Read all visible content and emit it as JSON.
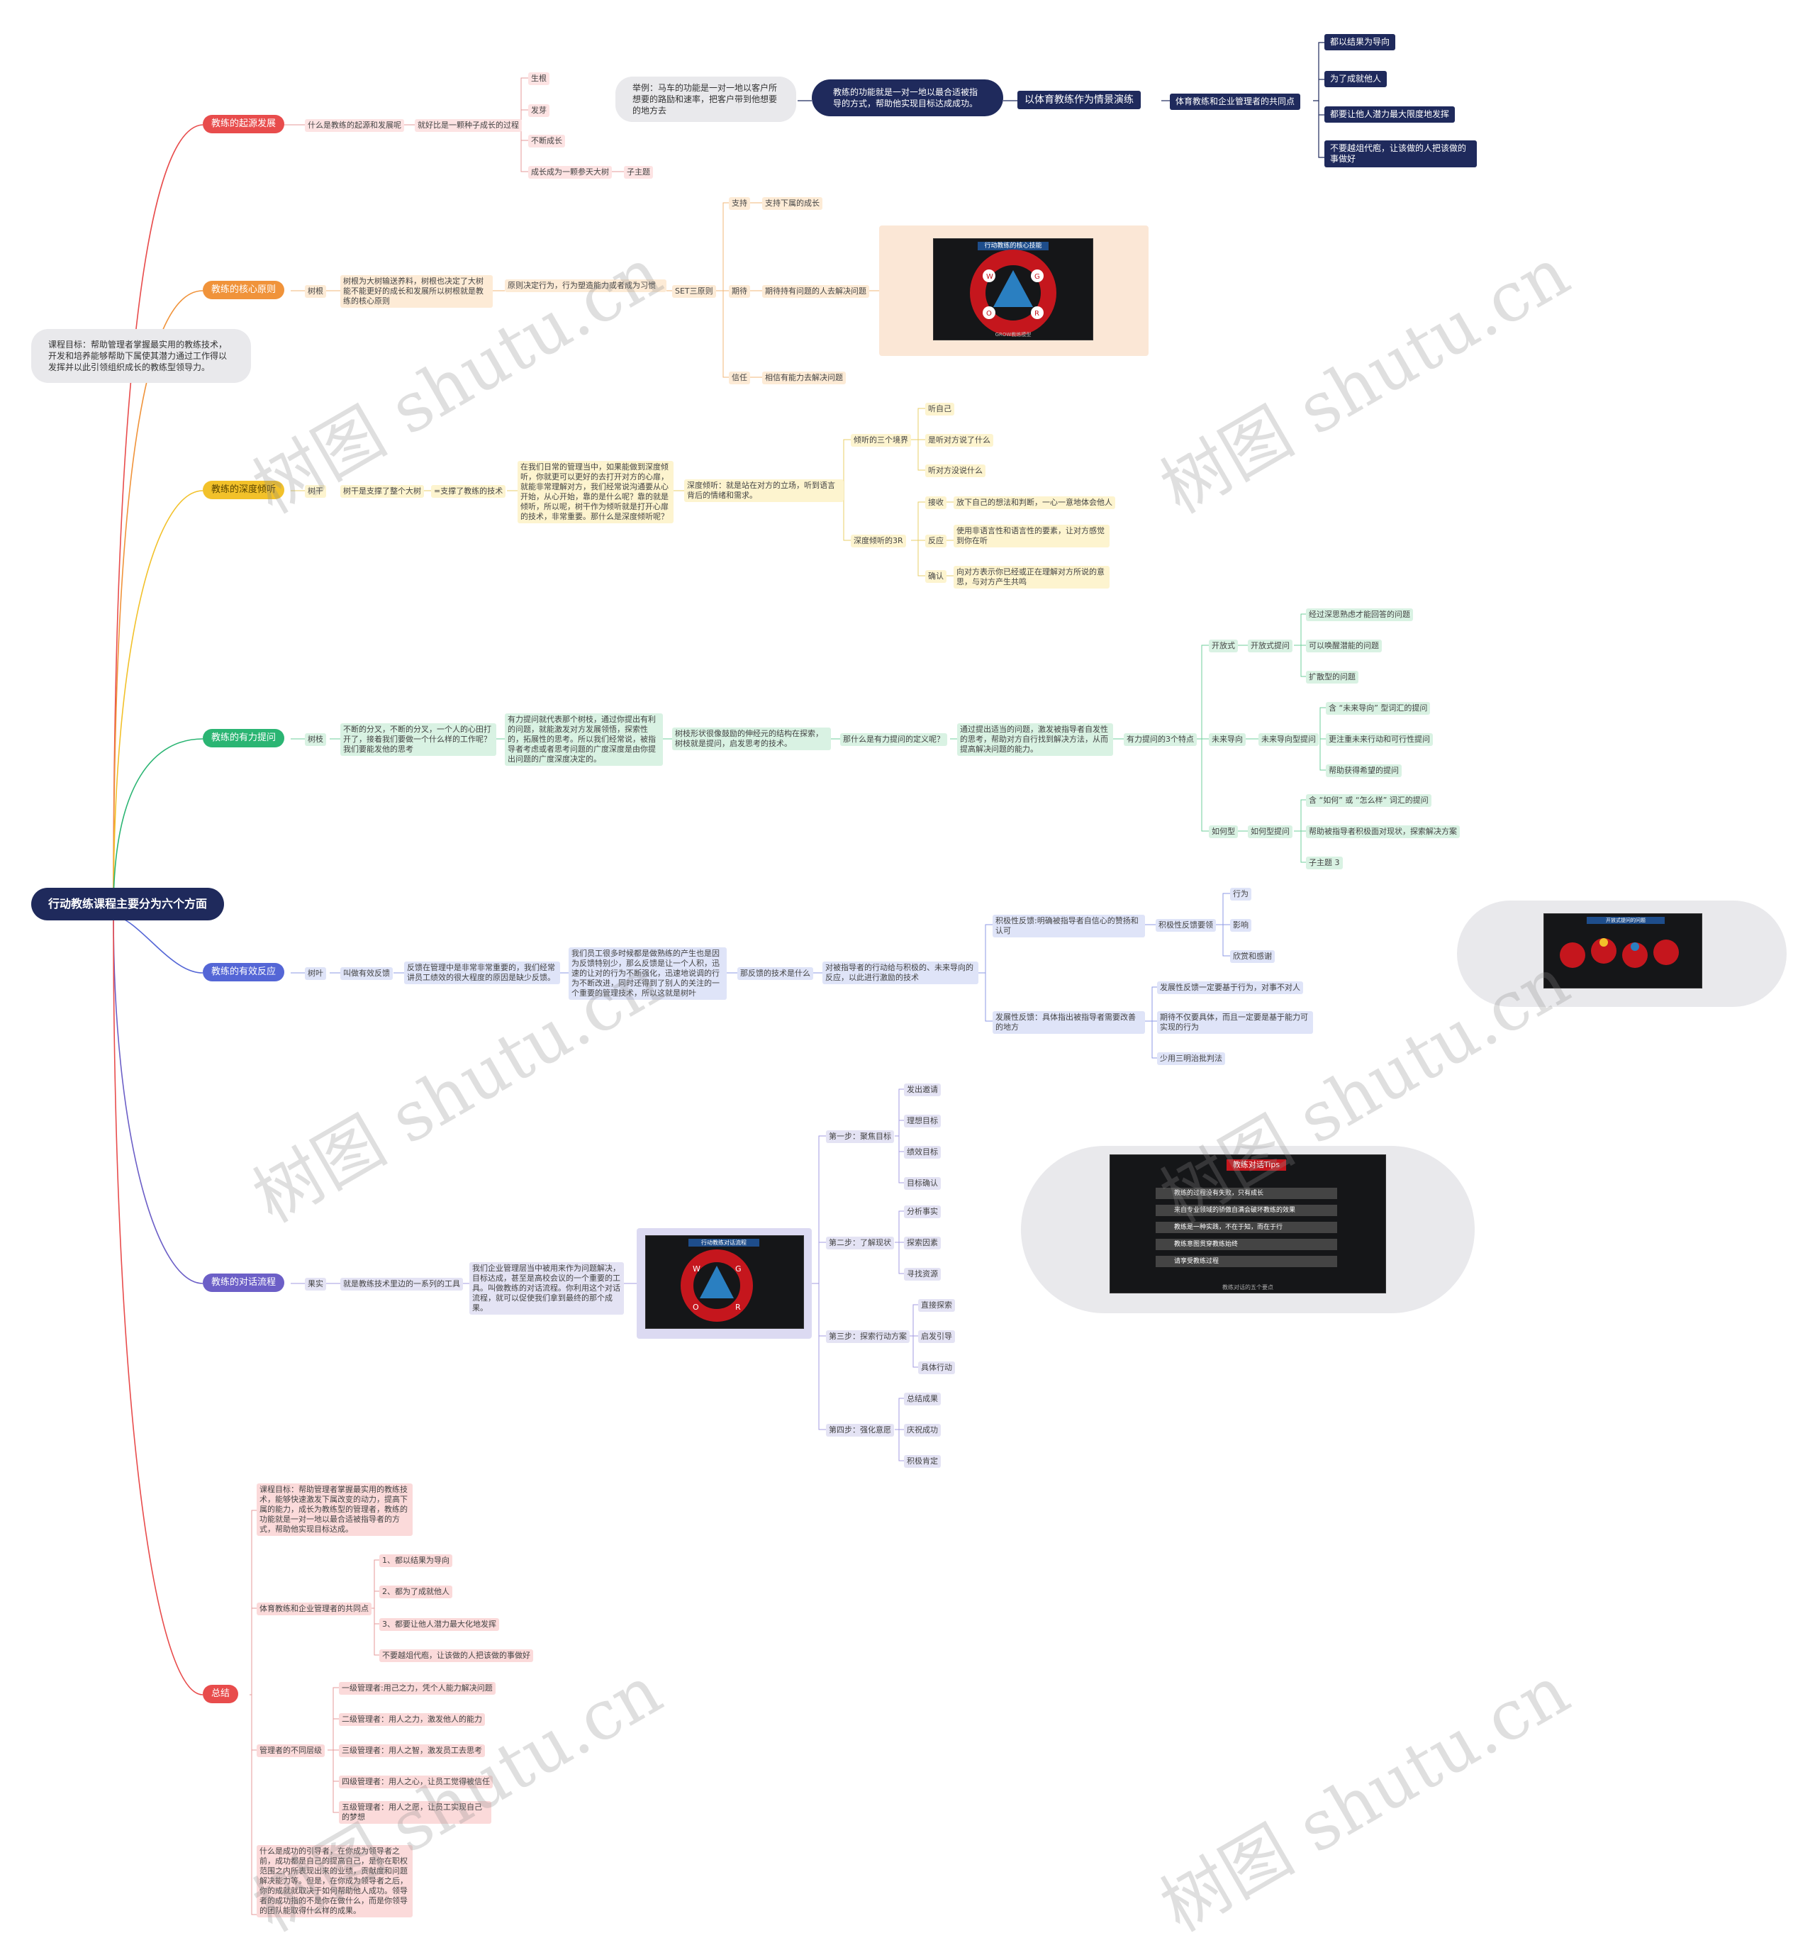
{
  "root": {
    "title": "行动教练课程主要分为六个方面"
  },
  "course_goal": "课程目标：帮助管理者掌握最实用的教练技术，开发和培养能够帮助下属使其潜力通过工作得以发挥并以此引领组织成长的教练型领导力。",
  "sections": {
    "origin": {
      "label": "教练的起源发展",
      "q": "什么是教练的起源和发展呢",
      "answer": "就好比是一颗种子成长的过程",
      "stages": [
        "生根",
        "发芽",
        "不断成长",
        "成长成为一颗参天大树"
      ],
      "sub": "子主题"
    },
    "principle": {
      "label": "教练的核心原则",
      "root": "树根",
      "desc": "树根为大树输送养料，树根也决定了大树能不能更好的成长和发展所以树根就是教练的核心原则",
      "decide": "原则决定行为，行为塑造能力或者成为习惯",
      "set": "SET三原则",
      "items": [
        {
          "k": "支持",
          "v": "支持下属的成长"
        },
        {
          "k": "期待",
          "v": "期待持有问题的人去解决问题"
        },
        {
          "k": "信任",
          "v": "相信有能力去解决问题"
        }
      ],
      "slide_title": "行动教练的核心技能",
      "slide_caption": "GROW教练模型"
    },
    "listen": {
      "label": "教练的深度倾听",
      "trunk": "树干",
      "trunk_desc": "树干是支撑了整个大树",
      "support": "=支撑了教练的技术",
      "para": "在我们日常的管理当中，如果能做到深度倾听，你就更可以更好的去打开对方的心扉，就能非常理解对方，我们经常说沟通要从心开始，从心开始，靠的是什么呢？靠的就是倾听，所以呢，树干作为倾听就是打开心扉的技术，非常重要。那什么是深度倾听呢？",
      "def": "深度倾听：就是站在对方的立场，听到语言背后的情绪和需求。",
      "three_label": "倾听的三个境界",
      "three": [
        "听自己",
        "是听对方说了什么",
        "听对方没说什么"
      ],
      "r_label": "深度倾听的3R",
      "r": [
        {
          "k": "接收",
          "v": "放下自己的想法和判断，一心一意地体会他人"
        },
        {
          "k": "反应",
          "v": "使用非语言性和语言性的要素，让对方感觉到你在听"
        },
        {
          "k": "确认",
          "v": "向对方表示你已经或正在理解对方所说的意思，与对方产生共鸣"
        }
      ]
    },
    "question": {
      "label": "教练的有力提问",
      "branch": "树枝",
      "q1": "不断的分叉，不断的分叉，一个人的心田打开了，接着我们要做一个什么样的工作呢？我们要能发他的思考",
      "para": "有力提问就代表那个树枝，通过你提出有利的问题，就能激发对方发展领悟，探索性的，拓展性的思考。所以我们经常说，被指导者考虑或者思考问题的广度深度是由你提出问题的广度深度决定的。",
      "tree": "树枝形状很像鼓励的伸经元的结构在探索，树枝就是提问，启发思考的技术。",
      "what": "那什么是有力提问的定义呢？",
      "defn": "通过提出适当的问题，激发被指导者自发性的思考，帮助对方自行找到解决方法，从而提高解决问题的能力。",
      "three": "有力提问的3个特点",
      "open": {
        "k": "开放式",
        "sub": "开放式提问",
        "items": [
          "经过深思熟虑才能回答的问题",
          "可以唤醒潜能的问题",
          "扩散型的问题"
        ]
      },
      "future": {
        "k": "未来导向",
        "sub": "未来导向型提问",
        "items": [
          "含 “未来导向” 型词汇的提问",
          "更注重未来行动和可行性提问",
          "帮助获得希望的提问"
        ]
      },
      "how": {
        "k": "如何型",
        "sub": "如何型提问",
        "items": [
          "含 “如何” 或 “怎么样” 词汇的提问",
          "帮助被指导者积极面对现状，探索解决方案",
          "子主题 3"
        ]
      }
    },
    "feedback": {
      "label": "教练的有效反应",
      "leaf": "树叶",
      "effective": "叫做有效反馈",
      "why": "反馈在管理中是非常非常重要的，我们经常讲员工绩效的很大程度的原因是缺少反馈。",
      "para": "我们员工很多时候都是做熟练的产生也是因为反馈特别少，那么反馈是让一个人积，迅速的让对的行为不断强化，迅速地说调的行为不断改进，同时还得到了别人的关注的一个重要的管理技术，所以这就是树叶",
      "what": "那反馈的技术是什么",
      "defn": "对被指导者的行动给与积极的、未来导向的反应，以此进行激励的技术",
      "pos": "积极性反馈:明确被指导者自信心的赞扬和认可",
      "pos_sub": "积极性反馈要领",
      "pos_items": [
        "行为",
        "影响",
        "欣赏和感谢"
      ],
      "dev": "发展性反馈：具体指出被指导者需要改善的地方",
      "dev_items": [
        "发展性反馈一定要基于行为，对事不对人",
        "期待不仅要具体，而且一定要是基于能力可实现的行为",
        "少用三明治批判法"
      ],
      "slide_title": "开放式提问的问题"
    },
    "dialog": {
      "label": "教练的对话流程",
      "fruit": "果实",
      "tool": "就是教练技术里边的一系列的工具",
      "para": "我们企业管理层当中被用来作为问题解决，目标达成，甚至是高校会议的一个重要的工具。叫做教练的对话流程。你利用这个对话流程，就可以促使我们拿到最终的那个成果。",
      "slide_title": "行动教练对话流程",
      "steps": [
        {
          "k": "第一步：聚焦目标",
          "items": [
            "发出邀请",
            "理想目标",
            "绩效目标",
            "目标确认"
          ]
        },
        {
          "k": "第二步：了解现状",
          "items": [
            "分析事实",
            "探索因素",
            "寻找资源"
          ]
        },
        {
          "k": "第三步：探索行动方案",
          "items": [
            "直接探索",
            "启发引导",
            "具体行动"
          ]
        },
        {
          "k": "第四步：强化意愿",
          "items": [
            "总结成果",
            "庆祝成功",
            "积极肯定"
          ]
        }
      ],
      "tips": {
        "title": "教练对话Tips",
        "items": [
          "教练的过程没有失败，只有成长",
          "来自专业领域的骄傲自满会破坏教练的效果",
          "教练是一种实践，不在于知，而在于行",
          "教练意图贯穿教练始终",
          "请享受教练过程"
        ],
        "caption": "教练对话的五个要点"
      }
    },
    "summary": {
      "label": "总结",
      "goal": "课程目标：帮助管理者掌握最实用的教练技术，能够快速激发下属改变的动力，提高下属的能力，成长为教练型的管理者，教练的功能就是一对一地以最合适被指导者的方式，帮助他实现目标达成。",
      "common": "体育教练和企业管理者的共同点",
      "common_items": [
        "1、都以结果为导向",
        "2、都为了成就他人",
        "3、都要让他人潜力最大化地发挥",
        "不要越俎代庖，让该做的人把该做的事做好"
      ],
      "levels_label": "管理者的不同层级",
      "levels": [
        "一级管理者:用己之力，凭个人能力解决问题",
        "二级管理者：用人之力，激发他人的能力",
        "三级管理者：用人之智，激发员工去思考",
        "四级管理者：用人之心，让员工觉得被信任",
        "五级管理者：用人之愿，让员工实现自己的梦想"
      ],
      "final": "什么是成功的引导者，在你成为领导者之前，成功都是自己的提高自己，是你在职权范围之内所表现出来的业绩，贡献度和问题解决能力等。但是，在你成为领导者之后，你的成就就取决于如何帮助他人成功。领导者的成功指的不是你在做什么，而是你领导的团队能取得什么样的成果。"
    }
  },
  "top": {
    "example": "举例：马车的功能是一对一地以客户所想要的路励和速率，把客户带到他想要的地方去",
    "function": "教练的功能就是一对一地以最合适被指导的方式，帮助他实现目标达成成功。",
    "scenario": "以体育教练作为情景演练",
    "common": "体育教练和企业管理者的共同点",
    "items": [
      "都以结果为导向",
      "为了成就他人",
      "都要让他人潜力最大限度地发挥",
      "不要越俎代庖，让该做的人把该做的事做好"
    ]
  },
  "colors": {
    "origin": "#e84c4c",
    "principle": "#f0933a",
    "listen": "#f2c12a",
    "question": "#2bb573",
    "feedback": "#5466d6",
    "dialog": "#6c5fc7",
    "summary": "#e84c4c",
    "navy": "#1f2a5c"
  },
  "watermark": "树图 shutu.cn"
}
